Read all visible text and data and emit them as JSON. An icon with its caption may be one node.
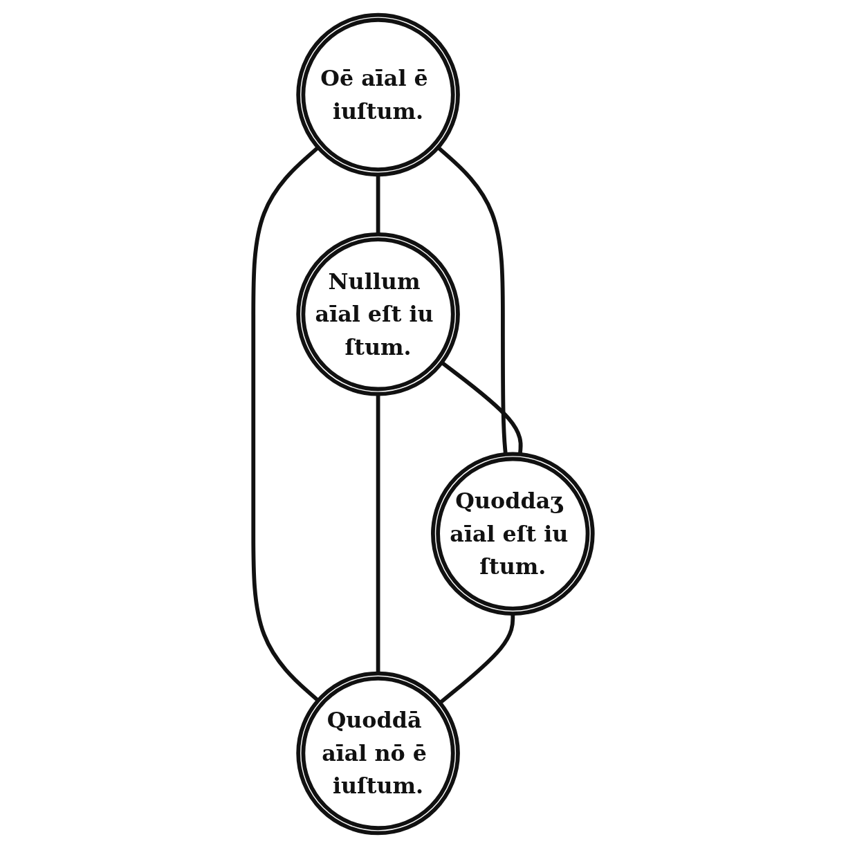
{
  "diagram": {
    "nodes": [
      {
        "text": [
          "Oē aīal ē iuſtum."
        ]
      },
      {
        "text": [
          "Nullum aīal eſt iu ſtum."
        ]
      },
      {
        "text": [
          "Quoddaʒ aīal eſt iu ſtum."
        ]
      },
      {
        "text": [
          "Quoddā aīal nō ē iuſtum."
        ]
      }
    ],
    "edges": [
      {
        "from": 0,
        "to": 1,
        "arrow": "none"
      },
      {
        "from": 0,
        "to": 2,
        "arrow": "none"
      },
      {
        "from": 0,
        "to": 3,
        "arrow": "none"
      },
      {
        "from": 1,
        "to": 2,
        "arrow": "none"
      },
      {
        "from": 1,
        "to": 3,
        "arrow": "none"
      },
      {
        "from": 2,
        "to": 3,
        "arrow": "none"
      }
    ]
  }
}
